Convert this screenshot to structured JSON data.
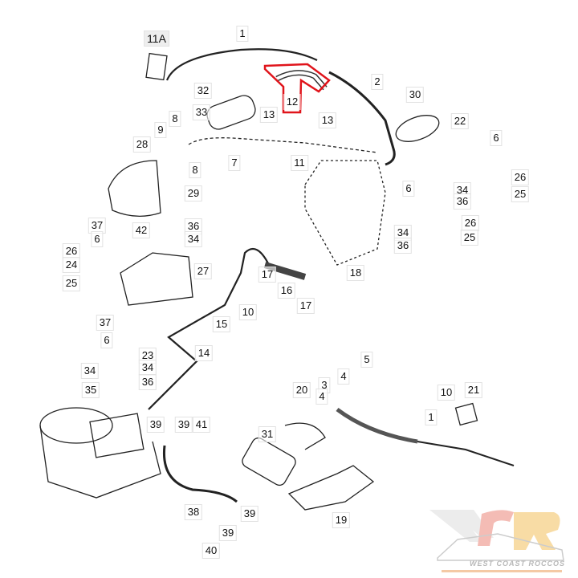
{
  "diagram": {
    "title": "Fuel system parts diagram",
    "highlight_color": "#e0141b",
    "highlighted_callout": "12",
    "callouts": [
      "11A",
      "1",
      "12",
      "13",
      "13",
      "2",
      "30",
      "32",
      "33",
      "8",
      "9",
      "28",
      "8",
      "7",
      "11",
      "22",
      "6",
      "26",
      "25",
      "34",
      "36",
      "6",
      "29",
      "26",
      "34",
      "25",
      "36",
      "18",
      "37",
      "6",
      "42",
      "36",
      "34",
      "26",
      "24",
      "25",
      "27",
      "17",
      "16",
      "17",
      "10",
      "15",
      "14",
      "37",
      "6",
      "23",
      "34",
      "34",
      "36",
      "35",
      "5",
      "4",
      "3",
      "4",
      "20",
      "10",
      "21",
      "1",
      "39",
      "39",
      "41",
      "31",
      "38",
      "39",
      "39",
      "40",
      "19"
    ]
  },
  "logo": {
    "monogram": "WCR",
    "text": "WEST COAST ROCCOS"
  }
}
